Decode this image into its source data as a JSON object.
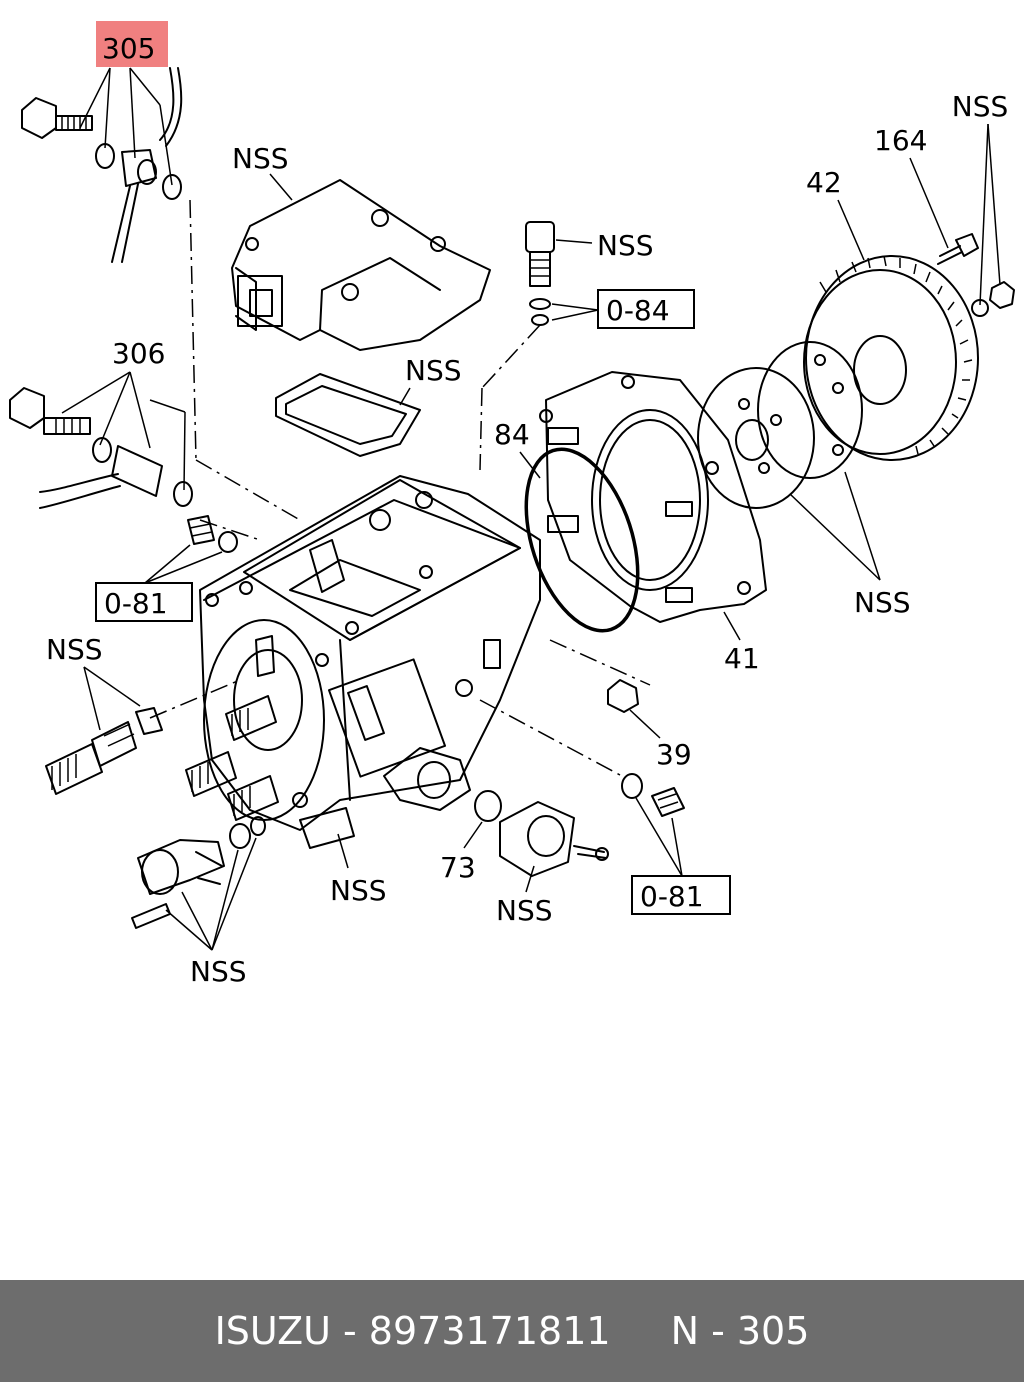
{
  "labels": {
    "ref_305": "305",
    "ref_306": "306",
    "ref_42": "42",
    "ref_164": "164",
    "ref_84": "84",
    "ref_41": "41",
    "ref_39": "39",
    "ref_73": "73",
    "box_084": "0-84",
    "box_081_left": "0-81",
    "box_081_right": "0-81",
    "nss": "NSS"
  },
  "footer": {
    "brand_part": "ISUZU - 8973171811",
    "ref": "N - 305"
  },
  "colors": {
    "highlight": "#f08080",
    "footer_bg": "#6d6d6d",
    "footer_text": "#ffffff"
  }
}
